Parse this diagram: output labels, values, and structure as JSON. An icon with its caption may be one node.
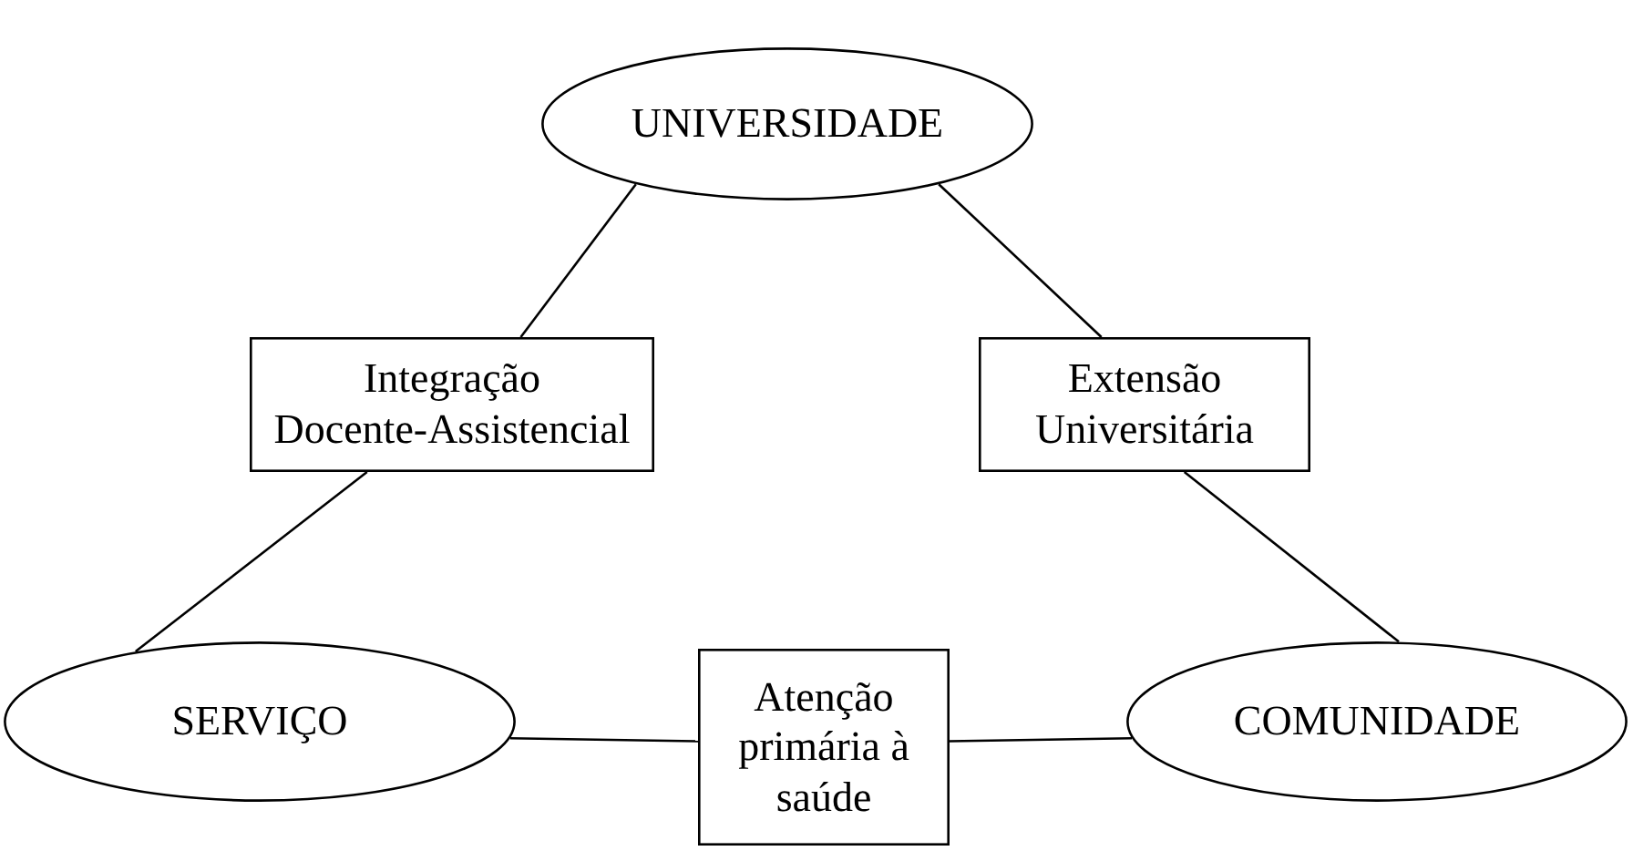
{
  "diagram": {
    "nodes": [
      {
        "text": [
          "UNIVERSIDADE"
        ]
      },
      {
        "text": [
          "Integração Docente-Assistencial"
        ]
      },
      {
        "text": [
          "Extensão Universitária"
        ]
      },
      {
        "text": [
          "SERVIÇO"
        ]
      },
      {
        "text": [
          "Atenção primária à saúde"
        ]
      },
      {
        "text": [
          "COMUNIDADE"
        ]
      }
    ],
    "edges": [
      {
        "from": 0,
        "to": 1,
        "arrow": "none"
      },
      {
        "from": 1,
        "to": 3,
        "arrow": "none"
      },
      {
        "from": 0,
        "to": 2,
        "arrow": "none"
      },
      {
        "from": 2,
        "to": 5,
        "arrow": "none"
      },
      {
        "from": 3,
        "to": 4,
        "arrow": "none"
      },
      {
        "from": 4,
        "to": 5,
        "arrow": "none"
      }
    ]
  }
}
